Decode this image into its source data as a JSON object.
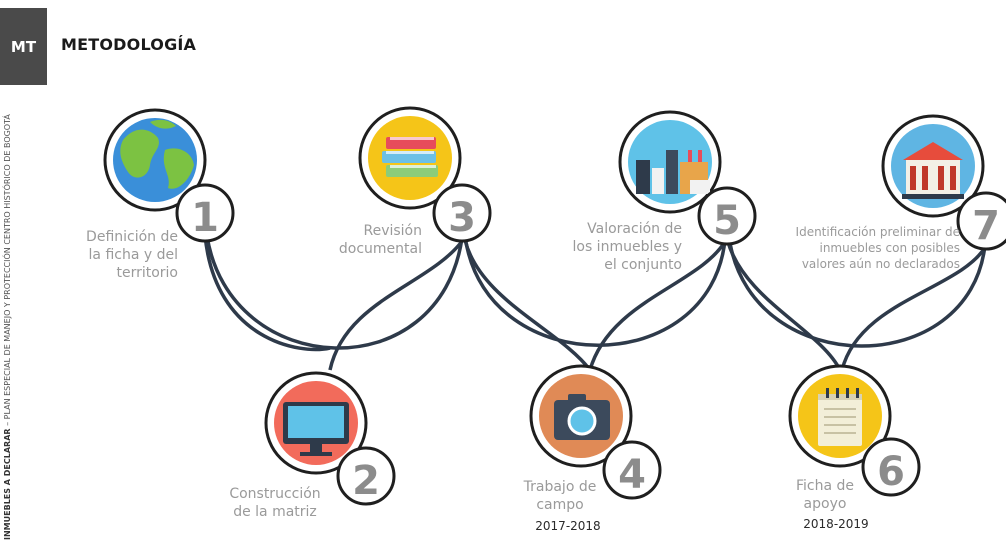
{
  "header": {
    "badge": "MT",
    "title": "METODOLOGÍA"
  },
  "sidebar": {
    "bold": "INMUEBLES A DECLARAR",
    "rest": " – PLAN ESPECIAL DE MANEJO Y PROTECCIÓN CENTRO HISTÓRICO DE BOGOTÁ"
  },
  "steps": [
    {
      "number": "1",
      "label": [
        "Definición de",
        "la ficha y del",
        "territorio"
      ],
      "icon": "globe-icon"
    },
    {
      "number": "2",
      "label": [
        "Construcción",
        "de la matriz"
      ],
      "icon": "monitor-icon"
    },
    {
      "number": "3",
      "label": [
        "Revisión",
        "documental"
      ],
      "icon": "books-icon"
    },
    {
      "number": "4",
      "label": [
        "Trabajo de",
        "campo"
      ],
      "year": "2017-2018",
      "icon": "camera-icon"
    },
    {
      "number": "5",
      "label": [
        "Valoración de",
        "los inmuebles y",
        "el conjunto"
      ],
      "icon": "city-icon"
    },
    {
      "number": "6",
      "label": [
        "Ficha de",
        "apoyo"
      ],
      "year": "2018-2019",
      "icon": "notepad-icon"
    },
    {
      "number": "7",
      "label": [
        "Identificación  preliminar de",
        "inmuebles con posibles",
        "valores aún no declarados"
      ],
      "icon": "building-icon"
    }
  ],
  "colors": {
    "line": "#2e3a4a",
    "number": "#8c8c8c",
    "label": "#9a9a9a"
  }
}
